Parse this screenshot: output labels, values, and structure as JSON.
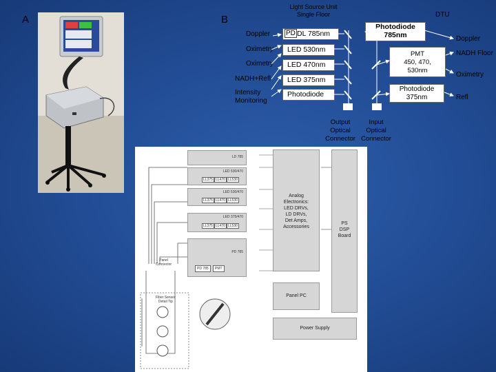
{
  "panels": {
    "a": "A",
    "b": "B"
  },
  "light_source": {
    "title_line1": "Light Source Unit",
    "title_line2": "Single Floor"
  },
  "dtu": {
    "title": "DTU",
    "photodiode_785_line1": "Photodiode",
    "photodiode_785_line2": "785nm",
    "pmt_line1": "PMT",
    "pmt_line2": "450, 470,",
    "pmt_line3": "530nm",
    "photodiode_375_line1": "Photodiode",
    "photodiode_375_line2": "375nm"
  },
  "left_labels": {
    "doppler": "Doppler",
    "oximetry1": "Oximetry",
    "oximetry2": "Oximetry",
    "nadh_refl": "NADH+Refl",
    "intensity_line1": "Intensity",
    "intensity_line2": "Monitoring"
  },
  "sources": {
    "pd": "PD",
    "dl785": "DL 785nm",
    "led530": "LED 530nm",
    "led470": "LED 470nm",
    "led375": "LED 375nm",
    "photodiode": "Photodiode"
  },
  "right_labels": {
    "doppler": "Doppler",
    "nadh_floor": "NADH Floor",
    "oximetry": "Oximetry",
    "refl": "Refl"
  },
  "connectors": {
    "output_line1": "Output",
    "output_line2": "Optical",
    "output_line3": "Connector",
    "input_line1": "Input",
    "input_line2": "Optical",
    "input_line3": "Connector"
  },
  "schematic": {
    "analog": [
      "Analog",
      "Electronics:",
      "LED DRVs,",
      "LD DRVs,",
      "Det Amps,",
      "Accessories"
    ],
    "ps": [
      "PS",
      "DSP",
      "Board"
    ],
    "panel_pc": "Panel PC",
    "power_supply": "Power Supply",
    "row1_label": "LD 785",
    "row2_label": "LED 530/470",
    "row2_cells": [
      "LL375",
      "LL470",
      "LL530"
    ],
    "row3_label": "LED 530/470",
    "row3_cells": [
      "LL375",
      "LL470",
      "LL530"
    ],
    "row4_label": "LED 375/470",
    "row4_cells": [
      "LL375",
      "LL470",
      "LL530"
    ],
    "det_label": "PD 785",
    "det_cells": [
      "PD 785",
      "PMT"
    ],
    "panel_connector": [
      "Panel",
      "Connector"
    ],
    "fiber_label": [
      "Fiber Sensor",
      "Detail Tip"
    ]
  },
  "colors": {
    "background": "#24509a",
    "schematic_gray": "#d6d6d6",
    "arrow": "#ffffff"
  }
}
